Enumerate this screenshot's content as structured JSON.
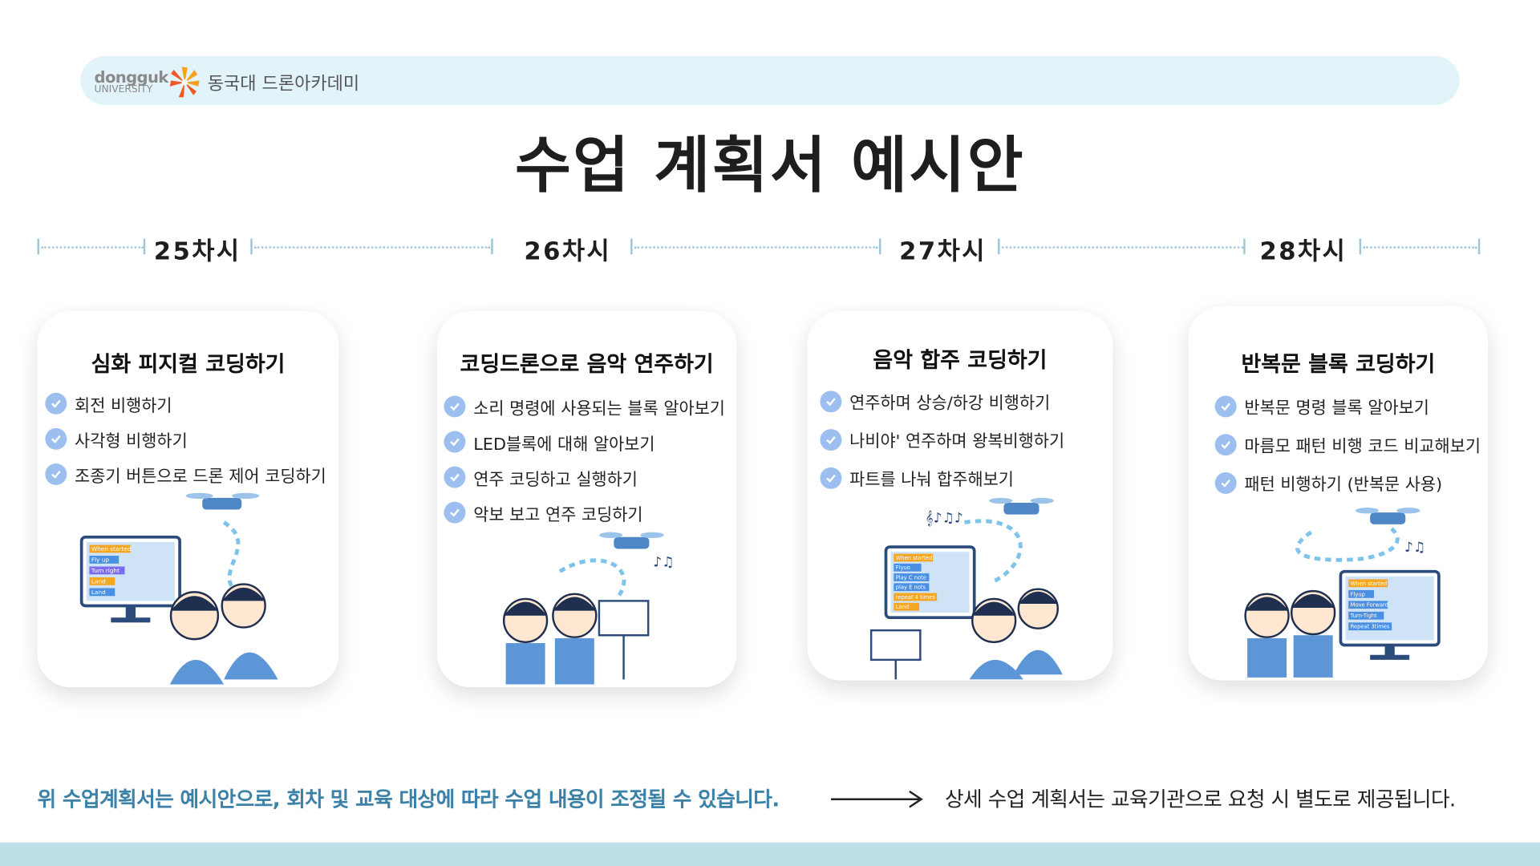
{
  "header": {
    "logo_line1": "dongguk",
    "logo_line2": "UNIVERSITY",
    "academy_name": "동국대 드론아카데미",
    "pill_color": "#e3f3fa"
  },
  "title": "수업 계획서 예시안",
  "timeline": [
    "25차시",
    "26차시",
    "27차시",
    "28차시"
  ],
  "cards": [
    {
      "title": "심화 피지컬 코딩하기",
      "items": [
        "회전 비행하기",
        "사각형 비행하기",
        "조종기 버튼으로 드론 제어 코딩하기"
      ],
      "icon": "check-circle-icon"
    },
    {
      "title": "코딩드론으로 음악 연주하기",
      "items": [
        "소리 명령에 사용되는 블록 알아보기",
        "LED블록에 대해 알아보기",
        "연주 코딩하고 실행하기",
        "악보 보고 연주 코딩하기"
      ],
      "icon": "check-circle-icon"
    },
    {
      "title": "음악 합주 코딩하기",
      "items": [
        "연주하며 상승/하강 비행하기",
        "나비야' 연주하며 왕복비행하기",
        "파트를 나눠 합주해보기"
      ],
      "icon": "check-circle-icon"
    },
    {
      "title": "반복문 블록 코딩하기",
      "items": [
        "반복문 명령 블록 알아보기",
        "마름모 패턴 비행 코드 비교해보기",
        "패턴 비행하기 (반복문 사용)"
      ],
      "icon": "check-circle-icon"
    }
  ],
  "illustrations": [
    {
      "screen_lines": [
        "When started",
        "Fly up",
        "Turn right",
        "Land",
        "Land"
      ]
    },
    {
      "screen_lines": []
    },
    {
      "screen_lines": [
        "When started",
        "Flyuo",
        "Play C note",
        "play E nots",
        "repeat 4 times",
        "Land"
      ]
    },
    {
      "screen_lines": [
        "When started",
        "Flyup",
        "Move Forward",
        "Turn-Tight",
        "Repeat 3times"
      ]
    }
  ],
  "footer": {
    "note": "위 수업계획서는 예시안으로, 회차 및 교육 대상에 따라 수업 내용이 조정될 수 있습니다.",
    "detail": "상세 수업 계획서는 교육기관으로 요청 시 별도로 제공됩니다.",
    "note_color": "#3c82a8",
    "bar_color": "#bde0e8"
  },
  "colors": {
    "check": "#9cbff0",
    "timeline": "#9dc6d8"
  }
}
